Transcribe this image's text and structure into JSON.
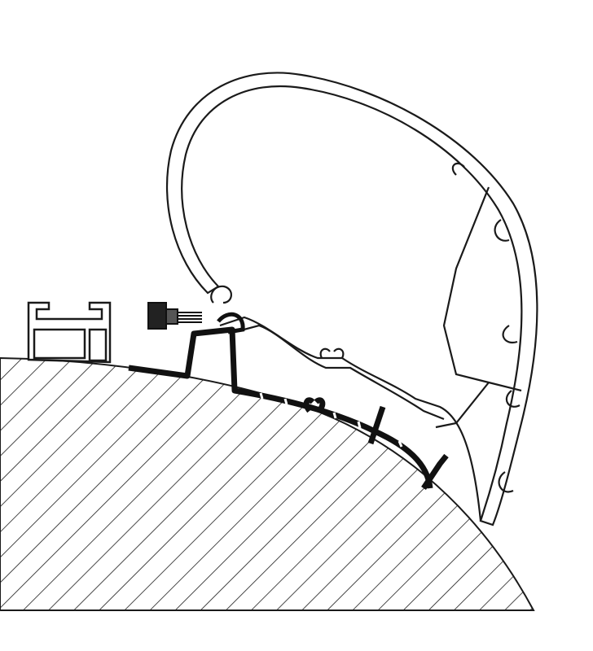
{
  "colors": {
    "background": "#ffffff",
    "line": "#1a1a1a",
    "adapter_fill": "#111111"
  },
  "diagram": {
    "parts": [
      "roof-section",
      "awning-cassette",
      "adapter-rail",
      "mounting-bolt",
      "roof-rail"
    ]
  }
}
